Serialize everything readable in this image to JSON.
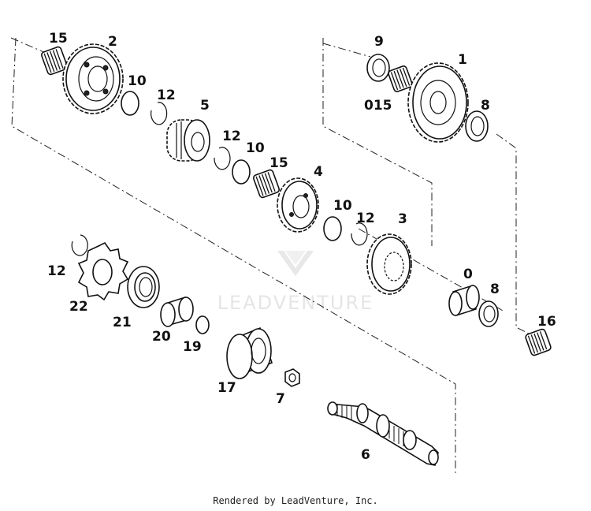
{
  "diagram": {
    "callouts": {
      "c15a": "15",
      "c2": "2",
      "c10a": "10",
      "c12a": "12",
      "c5": "5",
      "c12b": "12",
      "c10b": "10",
      "c15b": "15",
      "c4": "4",
      "c10c": "10",
      "c12c": "12",
      "c3": "3",
      "c9": "9",
      "c015": "015",
      "c1": "1",
      "c8a": "8",
      "c0": "0",
      "c8b": "8",
      "c16": "16",
      "c12d": "12",
      "c22": "22",
      "c21": "21",
      "c20": "20",
      "c19": "19",
      "c17": "17",
      "c7": "7",
      "c6": "6"
    },
    "watermark": "LEADVENTURE"
  },
  "footer": {
    "text": "Rendered by LeadVenture, Inc."
  }
}
